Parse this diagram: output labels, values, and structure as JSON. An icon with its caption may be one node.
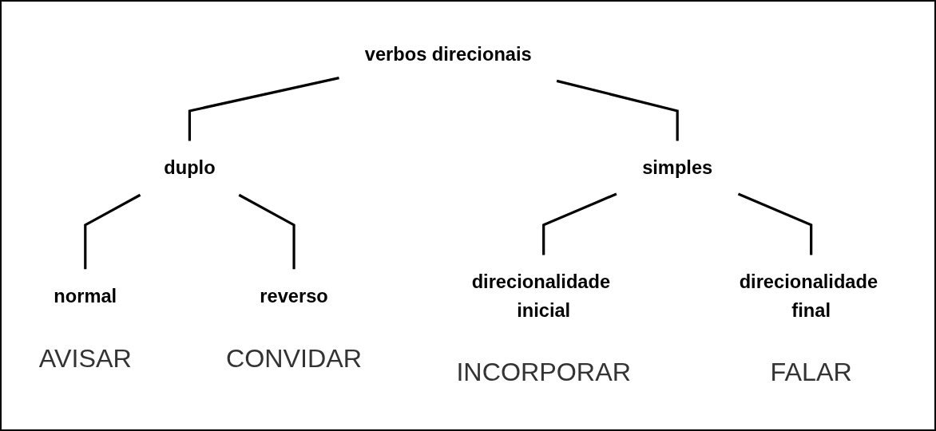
{
  "diagram": {
    "nodes": [
      {
        "text": [
          "verbos direcionais"
        ]
      },
      {
        "text": [
          "duplo"
        ]
      },
      {
        "text": [
          "simples"
        ]
      },
      {
        "text": [
          "normal"
        ],
        "beside": [
          "AVISAR"
        ]
      },
      {
        "text": [
          "reverso"
        ],
        "beside": [
          "CONVIDAR"
        ]
      },
      {
        "text": [
          "direcionalidade inicial"
        ],
        "beside": [
          "INCORPORAR"
        ]
      },
      {
        "text": [
          "direcionalidade final"
        ],
        "beside": [
          "FALAR"
        ]
      }
    ],
    "edges": [
      {
        "from": 0,
        "to": 1,
        "arrow": "none"
      },
      {
        "from": 0,
        "to": 2,
        "arrow": "none"
      },
      {
        "from": 1,
        "to": 3,
        "arrow": "none"
      },
      {
        "from": 1,
        "to": 4,
        "arrow": "none"
      },
      {
        "from": 2,
        "to": 5,
        "arrow": "none"
      },
      {
        "from": 2,
        "to": 6,
        "arrow": "none"
      }
    ]
  }
}
